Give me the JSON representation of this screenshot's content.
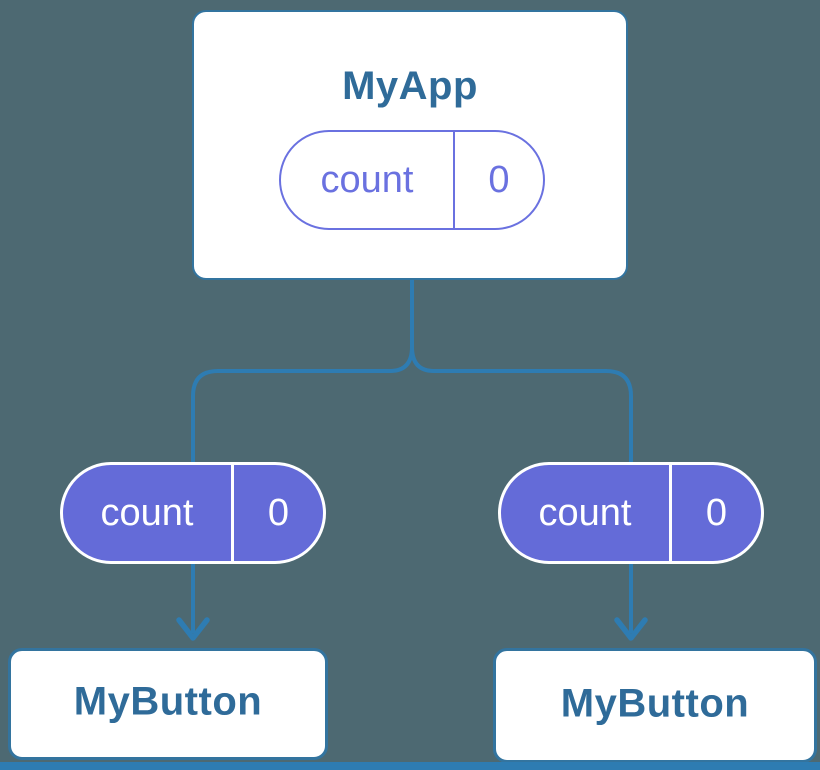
{
  "colors": {
    "background": "#4D6972",
    "connector": "#2E7CB2",
    "node_border": "#33749F",
    "node_bg": "#FFFFFF",
    "title_text": "#2F6B99",
    "pill_fill_purple": "#646BD8",
    "pill_outline_purple": "#6A71E0",
    "pill_filled_text": "#FFFFFF"
  },
  "root": {
    "title": "MyApp",
    "state": {
      "label": "count",
      "value": "0"
    }
  },
  "children": [
    {
      "title": "MyButton",
      "prop": {
        "label": "count",
        "value": "0"
      }
    },
    {
      "title": "MyButton",
      "prop": {
        "label": "count",
        "value": "0"
      }
    }
  ]
}
